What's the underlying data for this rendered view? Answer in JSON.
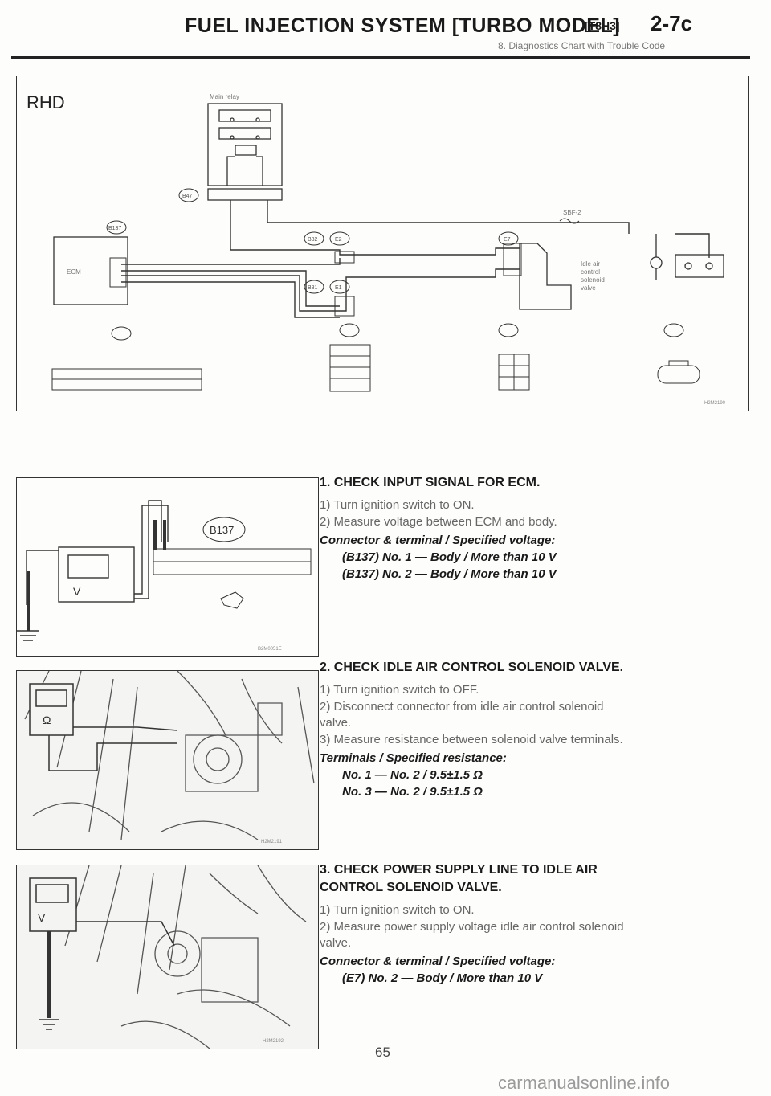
{
  "header": {
    "title": "FUEL INJECTION SYSTEM [TURBO MODEL]",
    "code": "[T8H3]",
    "section": "2-7c",
    "subtitle": "8. Diagnostics Chart with Trouble Code"
  },
  "wiring_diagram": {
    "region": "RHD",
    "main_relay": "Main relay",
    "ecm": "ECM",
    "fuse": "SBF-2",
    "solenoid_lines": [
      "Idle air",
      "control",
      "solenoid",
      "valve"
    ],
    "connectors": {
      "b47": "B47",
      "b137": "B137",
      "b82": "B82",
      "e2": "E2",
      "e7": "E7",
      "b81": "B81",
      "e1": "E1"
    },
    "fig_id": "H2M2190"
  },
  "figures": {
    "fig1_id": "B2M0051E",
    "fig1_connector": "B137",
    "fig2_id": "H2M2191",
    "fig3_id": "H2M2192",
    "meter_v": "V",
    "meter_ohm": "Ω"
  },
  "steps": [
    {
      "title": "1. CHECK INPUT SIGNAL FOR ECM.",
      "lines": [
        "1) Turn ignition switch to ON.",
        "2) Measure voltage between ECM and body."
      ],
      "spec_header": "Connector & terminal / Specified voltage:",
      "specs": [
        "(B137) No. 1 — Body / More than 10 V",
        "(B137) No. 2 — Body / More than 10 V"
      ]
    },
    {
      "title": "2. CHECK IDLE AIR CONTROL SOLENOID VALVE.",
      "lines": [
        "1) Turn ignition switch to OFF.",
        "2) Disconnect connector from idle air control solenoid",
        "valve.",
        "3) Measure resistance between solenoid valve terminals."
      ],
      "spec_header": "Terminals / Specified resistance:",
      "specs": [
        "No. 1 — No. 2 / 9.5±1.5 Ω",
        "No. 3 — No. 2 / 9.5±1.5 Ω"
      ]
    },
    {
      "title": "3. CHECK POWER SUPPLY LINE TO IDLE AIR",
      "title2": "CONTROL SOLENOID VALVE.",
      "lines": [
        "1) Turn ignition switch to ON.",
        "2) Measure power supply voltage idle air control solenoid",
        "valve."
      ],
      "spec_header": "Connector & terminal / Specified voltage:",
      "specs": [
        "(E7) No. 2 — Body / More than 10 V"
      ]
    }
  ],
  "page_number": "65",
  "watermark": "carmanualsonline.info"
}
